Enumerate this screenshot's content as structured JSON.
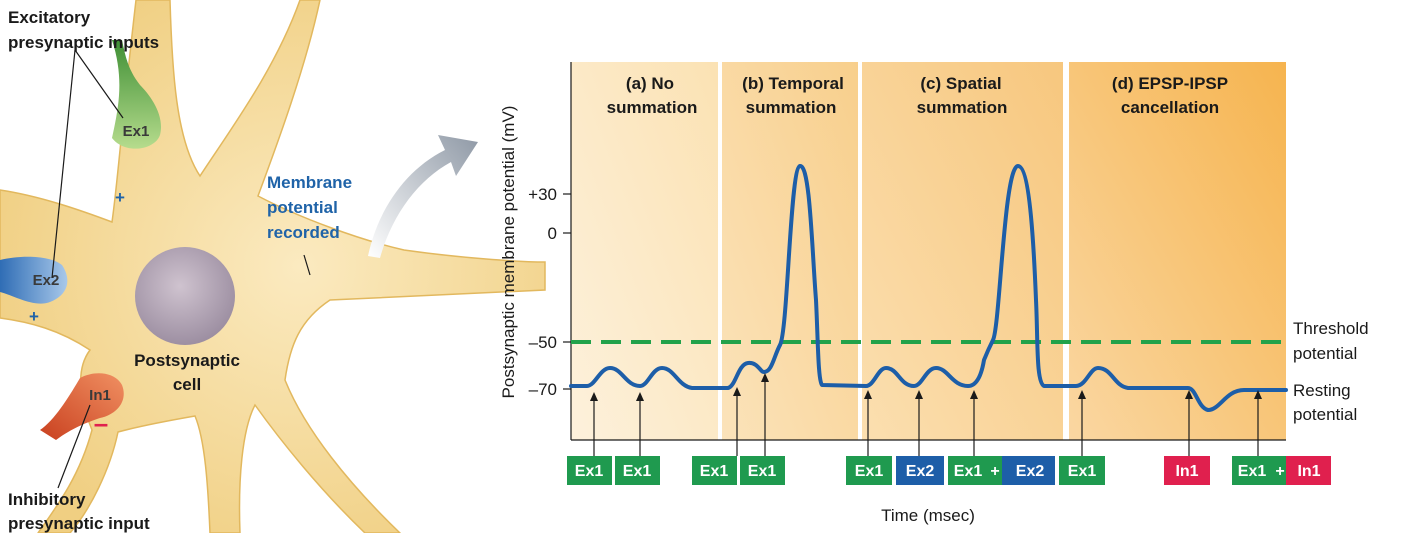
{
  "neuron": {
    "excitatory_label_1": "Excitatory",
    "excitatory_label_2": "presynaptic inputs",
    "inhibitory_label_1": "Inhibitory",
    "inhibitory_label_2": "presynaptic input",
    "membrane_label_1": "Membrane",
    "membrane_label_2": "potential",
    "membrane_label_3": "recorded",
    "cell_label_1": "Postsynaptic",
    "cell_label_2": "cell",
    "ex1": "Ex1",
    "ex2": "Ex2",
    "in1": "In1",
    "plus": "+",
    "minus": "–",
    "colors": {
      "excitatory": "#6db24a",
      "excitatory2": "#4a7fc1",
      "inhibitory": "#d9572a",
      "cell": "#f4d58a",
      "label_blue": "#1f63a8"
    }
  },
  "graph": {
    "ylabel": "Postsynaptic membrane potential (mV)",
    "xlabel": "Time (msec)",
    "y_ticks": [
      "+30",
      "0",
      "–50",
      "–70"
    ],
    "threshold_label_1": "Threshold",
    "threshold_label_2": "potential",
    "resting_label_1": "Resting",
    "resting_label_2": "potential",
    "panels": [
      {
        "title_1": "(a) No",
        "title_2": "summation"
      },
      {
        "title_1": "(b) Temporal",
        "title_2": "summation"
      },
      {
        "title_1": "(c) Spatial",
        "title_2": "summation"
      },
      {
        "title_1": "(d) EPSP-IPSP",
        "title_2": "cancellation"
      }
    ],
    "stimuli": [
      {
        "label": "Ex1",
        "color": "#1f9a4f"
      },
      {
        "label": "Ex1",
        "color": "#1f9a4f"
      },
      {
        "label": "Ex1",
        "color": "#1f9a4f"
      },
      {
        "label": "Ex1",
        "color": "#1f9a4f"
      },
      {
        "label": "Ex1",
        "color": "#1f9a4f"
      },
      {
        "label": "Ex2",
        "color": "#1d5ea8"
      },
      {
        "label": "Ex1",
        "color": "#1f9a4f"
      },
      {
        "label": "Ex2",
        "color": "#1d5ea8"
      },
      {
        "label": "Ex1",
        "color": "#1f9a4f"
      },
      {
        "label": "In1",
        "color": "#e0204e"
      },
      {
        "label": "Ex1",
        "color": "#1f9a4f"
      },
      {
        "label": "In1",
        "color": "#e0204e"
      }
    ],
    "plus_sign": "+",
    "colors": {
      "trace": "#1d5ea8",
      "threshold": "#22a24a"
    }
  }
}
